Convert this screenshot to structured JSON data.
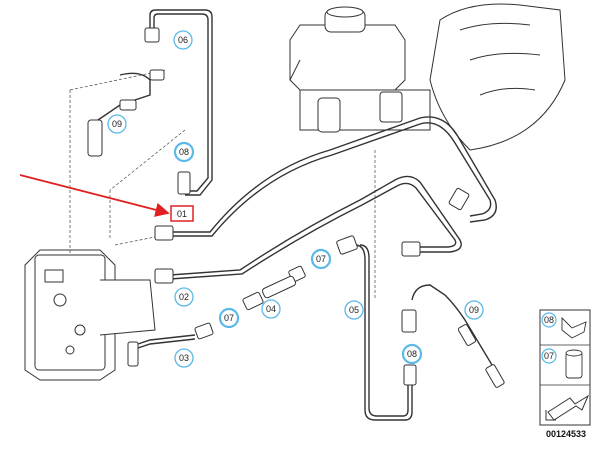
{
  "diagram": {
    "callouts": {
      "c01": "01",
      "c02": "02",
      "c03": "03",
      "c04": "04",
      "c05": "05",
      "c06": "06",
      "c07a": "07",
      "c07b": "07",
      "c08a": "08",
      "c08b": "08",
      "c09a": "09",
      "c09b": "09"
    },
    "legend": {
      "item_a": "08",
      "item_b": "07"
    },
    "part_number": "00124533",
    "colors": {
      "line": "#333333",
      "callout_ring": "#5bb8e8",
      "highlight": "#e02020",
      "arrow": "#e02020"
    }
  }
}
